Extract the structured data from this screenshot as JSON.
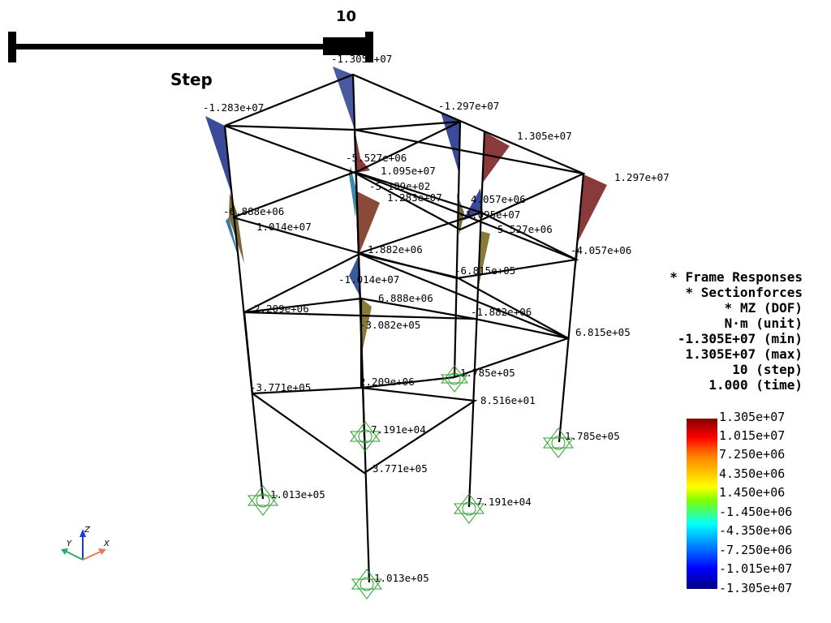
{
  "slider": {
    "title": "Step",
    "value": "10"
  },
  "info": {
    "lines": [
      "* Frame Responses",
      "* Sectionforces",
      "* MZ (DOF)",
      "N·m (unit)",
      "-1.305E+07 (min)",
      "1.305E+07 (max)",
      "10 (step)",
      "1.000 (time)"
    ]
  },
  "colorbar": {
    "labels": [
      "1.305e+07",
      "1.015e+07",
      "7.250e+06",
      "4.350e+06",
      "1.450e+06",
      "-1.450e+06",
      "-4.350e+06",
      "-7.250e+06",
      "-1.015e+07",
      "-1.305e+07"
    ]
  },
  "axes": {
    "x": "X",
    "y": "Y",
    "z": "Z"
  },
  "node_labels": [
    "-1.305e+07",
    "-1.283e+07",
    "-1.297e+07",
    "1.305e+07",
    "-5.527e+06",
    "1.095e+07",
    "1.297e+07",
    "-5.189e+02",
    "1.283e+07",
    "4.057e+06",
    "-6.888e+06",
    "-1.095e+07",
    "1.014e+07",
    "5.527e+06",
    "1.882e+06",
    "-4.057e+06",
    "-6.815e+05",
    "-1.014e+07",
    "6.888e+06",
    "2.209e+06",
    "-1.882e+06",
    "-3.082e+05",
    "6.815e+05",
    "1.785e+05",
    "2.209e+06",
    "-3.771e+05",
    "8.516e+01",
    "7.191e+04",
    "1.785e+05",
    "3.771e+05",
    "1.013e+05",
    "7.191e+04",
    "1.013e+05"
  ]
}
